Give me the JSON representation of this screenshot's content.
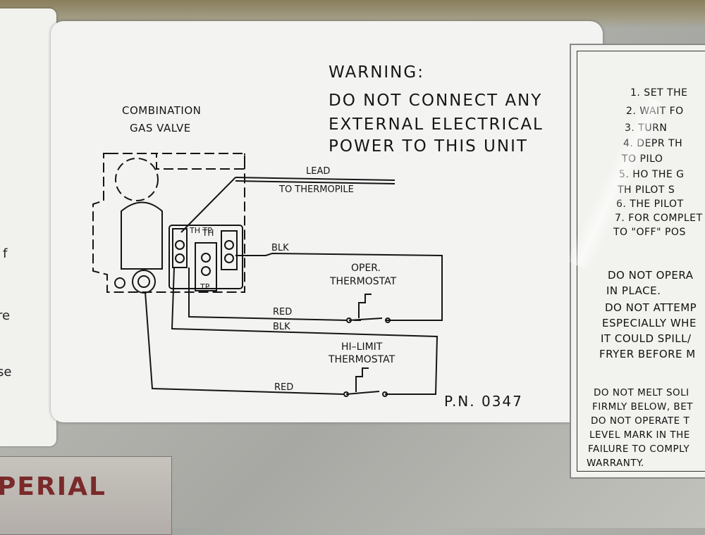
{
  "left_label": {
    "fragments": [
      "f",
      "re",
      "se"
    ]
  },
  "main_label": {
    "warning": {
      "title": "WARNING:",
      "lines": [
        "DO NOT CONNECT ANY",
        "EXTERNAL ELECTRICAL",
        "POWER TO THIS UNIT"
      ]
    },
    "diagram": {
      "valve_title_1": "COMBINATION",
      "valve_title_2": "GAS VALVE",
      "lead": "LEAD",
      "to_thermopile": "TO THERMOPILE",
      "term_th_tp": "TH TP",
      "term_th": "TH",
      "term_tp": "TP",
      "blk_1": "BLK",
      "oper_1": "OPER.",
      "oper_2": "THERMOSTAT",
      "red_1": "RED",
      "blk_2": "BLK",
      "hi_1": "HI–LIMIT",
      "hi_2": "THERMOSTAT",
      "red_2": "RED"
    },
    "part_number": "P.N.  0347"
  },
  "right_label": {
    "steps": [
      "1. SET THE",
      "2. WAIT FO",
      "3. TURN",
      "4. DEPR    TH",
      "   TO    PILO",
      "5. HO    THE G",
      "   TH  PILOT S",
      "6.    THE PILOT",
      "7. FOR COMPLET",
      "   TO \"OFF\" POS"
    ],
    "warning_1": [
      "DO NOT OPERA",
      "IN PLACE.",
      "DO NOT ATTEMP",
      "ESPECIALLY WHE",
      "IT COULD SPILL/",
      "FRYER BEFORE M"
    ],
    "warning_2": [
      "DO NOT MELT SOLI",
      "FIRMLY BELOW, BET",
      "DO NOT OPERATE T",
      "LEVEL MARK IN THE",
      "FAILURE TO COMPLY",
      "WARRANTY."
    ]
  },
  "bottom_label": {
    "text": "PERIAL"
  }
}
